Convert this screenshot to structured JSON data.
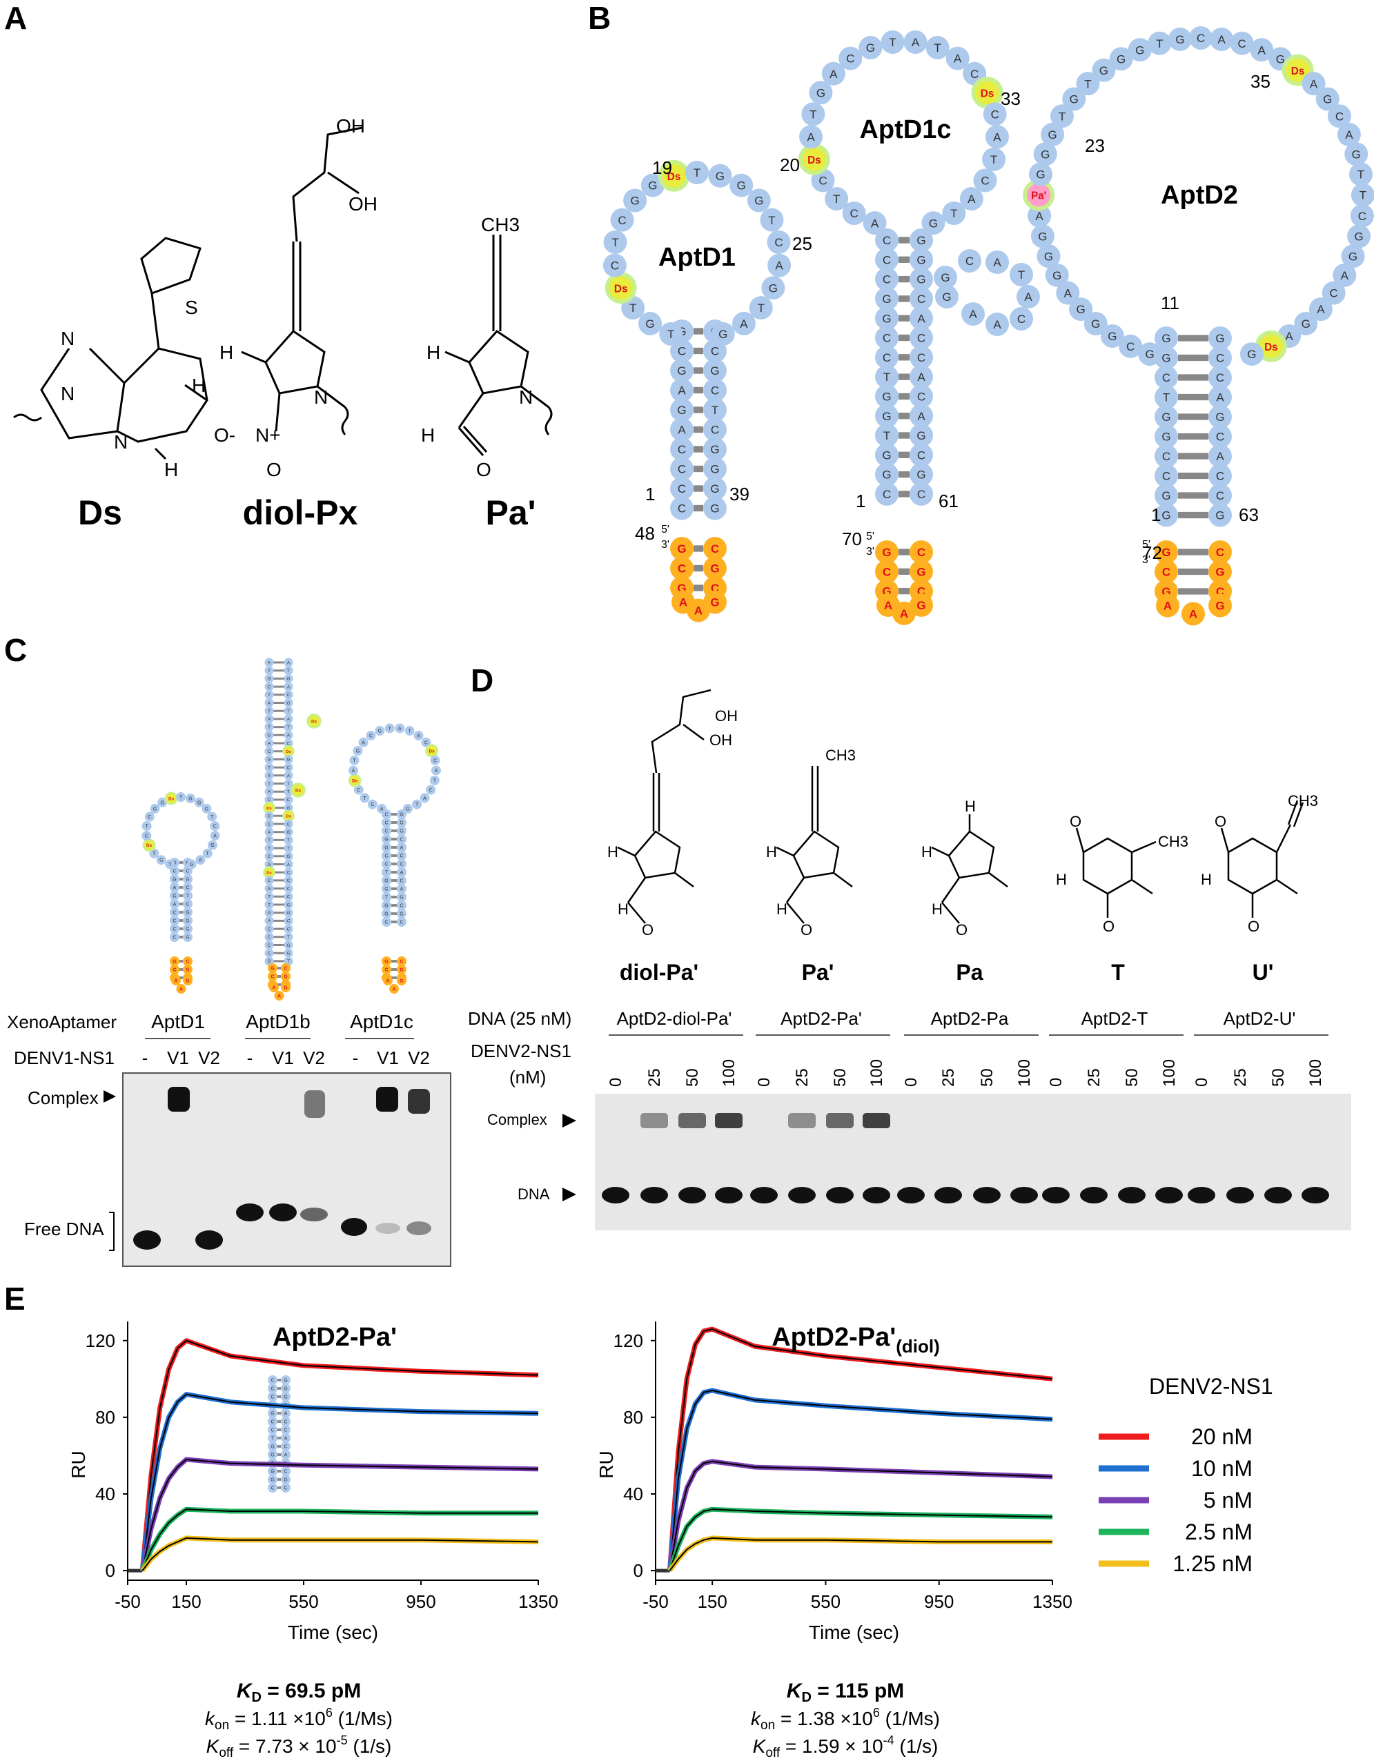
{
  "panel_labels": [
    "A",
    "B",
    "C",
    "D",
    "E"
  ],
  "panel_a": {
    "compounds": [
      "Ds",
      "diol-Px",
      "Pa'"
    ],
    "atoms": {
      "oh": "OH",
      "ch3": "CH3",
      "s": "S",
      "n": "N",
      "h": "H",
      "o": "O",
      "o_minus": "O-",
      "n_plus": "N+"
    }
  },
  "panel_b": {
    "aptamers": [
      {
        "name": "AptD1",
        "pos_labels": [
          "19",
          "25",
          "1",
          "39",
          "48"
        ],
        "loop_seq": "TGTDsCTCGGDsTGGGTCAGTAG",
        "stem_5": "GCGAGACCCC",
        "stem_3": "CCGCTCGGGG",
        "tail_5": "GCGAA",
        "tail_3": "CGCG"
      },
      {
        "name": "AptD1c",
        "pos_labels": [
          "20",
          "33",
          "1",
          "61",
          "70"
        ],
        "loop_seq": "ACTCDsATGACGTATACDsCATCATG",
        "stem_5": "CCCGGCCTGGTGGC",
        "stem_3": "GGGCACCACAGCGC",
        "tail_5": "GCGAA",
        "tail_3": "CGCG"
      },
      {
        "name": "AptD2",
        "pos_labels": [
          "35",
          "23",
          "11",
          "1",
          "63",
          "72"
        ],
        "loop_seq": "GCGGGAGGGAPa'GGGTGTGGGTGCACAGDsAGCAGTTCGGACAGADsG",
        "stem_5": "GGCTGGCCGG",
        "stem_3": "GCCAGCACCGC",
        "tail_5": "GCGAA",
        "tail_3": "CGCG"
      }
    ],
    "end_labels": {
      "five_prime": "5'",
      "three_prime": "3'"
    },
    "ds_label": "Ds",
    "pa_label": "Pa'"
  },
  "panel_c": {
    "header_label": "XenoAptamer",
    "target_label": "DENV1-NS1",
    "groups": [
      {
        "name": "AptD1",
        "lanes": [
          "-",
          "V1",
          "V2"
        ]
      },
      {
        "name": "AptD1b",
        "lanes": [
          "-",
          "V1",
          "V2"
        ]
      },
      {
        "name": "AptD1c",
        "lanes": [
          "-",
          "V1",
          "V2"
        ]
      }
    ],
    "band_labels": [
      "Complex",
      "Free DNA"
    ]
  },
  "panel_d": {
    "bases": [
      "diol-Pa'",
      "Pa'",
      "Pa",
      "T",
      "U'"
    ],
    "dna_label": "DNA (25 nM)",
    "target_label": "DENV2-NS1",
    "target_unit": "(nM)",
    "groups": [
      "AptD2-diol-Pa'",
      "AptD2-Pa'",
      "AptD2-Pa",
      "AptD2-T",
      "AptD2-U'"
    ],
    "concentrations": [
      "0",
      "25",
      "50",
      "100"
    ],
    "band_labels": [
      "Complex",
      "DNA"
    ]
  },
  "panel_e": {
    "legend_title": "DENV2-NS1",
    "series_colors": {
      "20 nM": "#ee1c1c",
      "10 nM": "#1f6fd1",
      "5 nM": "#7b3fb5",
      "2.5 nM": "#1bb35c",
      "1.25 nM": "#f2be19"
    },
    "plots": [
      {
        "title": "AptD2-Pa'",
        "subscript": "",
        "kd": "69.5 pM",
        "kon": "1.11 ×10",
        "kon_exp": "6",
        "kon_unit": "(1/Ms)",
        "koff": "7.73 × 10",
        "koff_exp": "-5",
        "koff_unit": "(1/s)"
      },
      {
        "title": "AptD2-Pa'",
        "subscript": "(diol)",
        "kd": "115 pM",
        "kon": "1.38 ×10",
        "kon_exp": "6",
        "kon_unit": "(1/Ms)",
        "koff": "1.59 × 10",
        "koff_exp": "-4",
        "koff_unit": "(1/s)"
      }
    ],
    "kin_labels": {
      "kd": "K",
      "kd_sub": "D",
      "kon": "k",
      "kon_sub": "on",
      "koff": "K",
      "koff_sub": "off"
    },
    "chart_data": [
      {
        "type": "line",
        "title": "AptD2-Pa'",
        "xlabel": "Time (sec)",
        "ylabel": "RU",
        "xlim": [
          -50,
          1350
        ],
        "ylim": [
          0,
          130
        ],
        "xticks": [
          -50,
          150,
          550,
          950,
          1350
        ],
        "yticks": [
          0,
          40,
          80,
          120
        ],
        "series": [
          {
            "name": "20 nM",
            "x": [
              0,
              30,
              60,
              90,
              120,
              150,
              300,
              550,
              950,
              1350
            ],
            "y": [
              0,
              50,
              85,
              105,
              116,
              120,
              112,
              107,
              104,
              102
            ]
          },
          {
            "name": "10 nM",
            "x": [
              0,
              30,
              60,
              90,
              120,
              150,
              300,
              550,
              950,
              1350
            ],
            "y": [
              0,
              38,
              64,
              80,
              88,
              92,
              88,
              85,
              83,
              82
            ]
          },
          {
            "name": "5 nM",
            "x": [
              0,
              30,
              60,
              90,
              120,
              150,
              300,
              550,
              950,
              1350
            ],
            "y": [
              0,
              22,
              38,
              48,
              54,
              58,
              56,
              55,
              54,
              53
            ]
          },
          {
            "name": "2.5 nM",
            "x": [
              0,
              30,
              60,
              90,
              120,
              150,
              300,
              550,
              950,
              1350
            ],
            "y": [
              0,
              11,
              19,
              25,
              29,
              32,
              31,
              31,
              30,
              30
            ]
          },
          {
            "name": "1.25 nM",
            "x": [
              0,
              30,
              60,
              90,
              120,
              150,
              300,
              550,
              950,
              1350
            ],
            "y": [
              0,
              6,
              10,
              13,
              15,
              17,
              16,
              16,
              16,
              15
            ]
          }
        ]
      },
      {
        "type": "line",
        "title": "AptD2-Pa'(diol)",
        "xlabel": "Time (sec)",
        "ylabel": "RU",
        "xlim": [
          -50,
          1350
        ],
        "ylim": [
          0,
          130
        ],
        "xticks": [
          -50,
          150,
          550,
          950,
          1350
        ],
        "yticks": [
          0,
          40,
          80,
          120
        ],
        "series": [
          {
            "name": "20 nM",
            "x": [
              0,
              30,
              60,
              90,
              120,
              150,
              300,
              550,
              950,
              1350
            ],
            "y": [
              0,
              62,
              100,
              118,
              125,
              126,
              117,
              112,
              106,
              100
            ]
          },
          {
            "name": "10 nM",
            "x": [
              0,
              30,
              60,
              90,
              120,
              150,
              300,
              550,
              950,
              1350
            ],
            "y": [
              0,
              48,
              74,
              87,
              93,
              94,
              89,
              86,
              82,
              79
            ]
          },
          {
            "name": "5 nM",
            "x": [
              0,
              30,
              60,
              90,
              120,
              150,
              300,
              550,
              950,
              1350
            ],
            "y": [
              0,
              26,
              43,
              52,
              56,
              57,
              54,
              53,
              51,
              49
            ]
          },
          {
            "name": "2.5 nM",
            "x": [
              0,
              30,
              60,
              90,
              120,
              150,
              300,
              550,
              950,
              1350
            ],
            "y": [
              0,
              13,
              23,
              28,
              31,
              32,
              31,
              30,
              29,
              28
            ]
          },
          {
            "name": "1.25 nM",
            "x": [
              0,
              30,
              60,
              90,
              120,
              150,
              300,
              550,
              950,
              1350
            ],
            "y": [
              0,
              6,
              11,
              14,
              16,
              17,
              16,
              16,
              15,
              15
            ]
          }
        ]
      }
    ]
  }
}
